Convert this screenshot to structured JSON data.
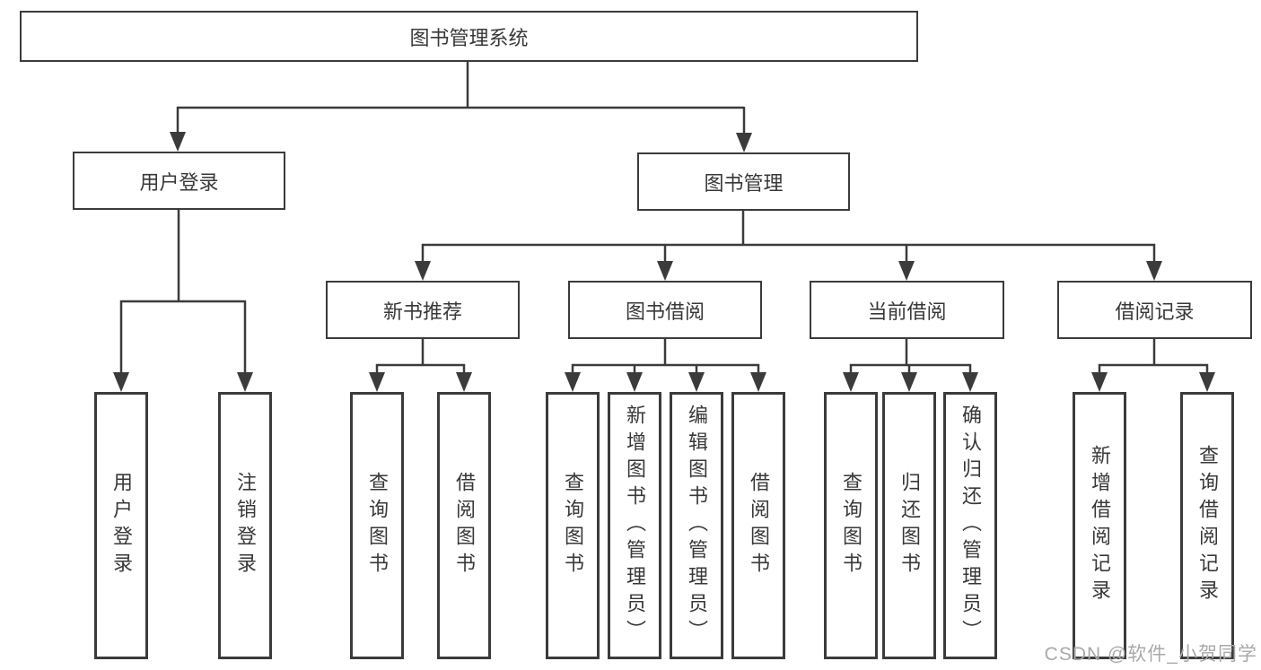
{
  "diagram": {
    "type": "tree",
    "tree": {
      "root": {
        "label": "图书管理系统"
      },
      "level2": [
        {
          "label": "用户登录",
          "children": [
            {
              "label": "用户登录"
            },
            {
              "label": "注销登录"
            }
          ]
        },
        {
          "label": "图书管理",
          "children": [
            {
              "label": "新书推荐",
              "children": [
                {
                  "label": "查询图书"
                },
                {
                  "label": "借阅图书"
                }
              ]
            },
            {
              "label": "图书借阅",
              "children": [
                {
                  "label": "查询图书"
                },
                {
                  "label": "新增图书（管理员）"
                },
                {
                  "label": "编辑图书（管理员）"
                },
                {
                  "label": "借阅图书"
                }
              ]
            },
            {
              "label": "当前借阅",
              "children": [
                {
                  "label": "查询图书"
                },
                {
                  "label": "归还图书"
                },
                {
                  "label": "确认归还（管理员）"
                }
              ]
            },
            {
              "label": "借阅记录",
              "children": [
                {
                  "label": "新增借阅记录"
                },
                {
                  "label": "查询借阅记录"
                }
              ]
            }
          ]
        }
      ]
    },
    "colors": {
      "line": "#3b3b3b",
      "text": "#383838",
      "background": "#ffffff",
      "watermark": "#a9a9a9"
    }
  },
  "watermark": {
    "text": "CSDN @软件_小贺同学"
  }
}
